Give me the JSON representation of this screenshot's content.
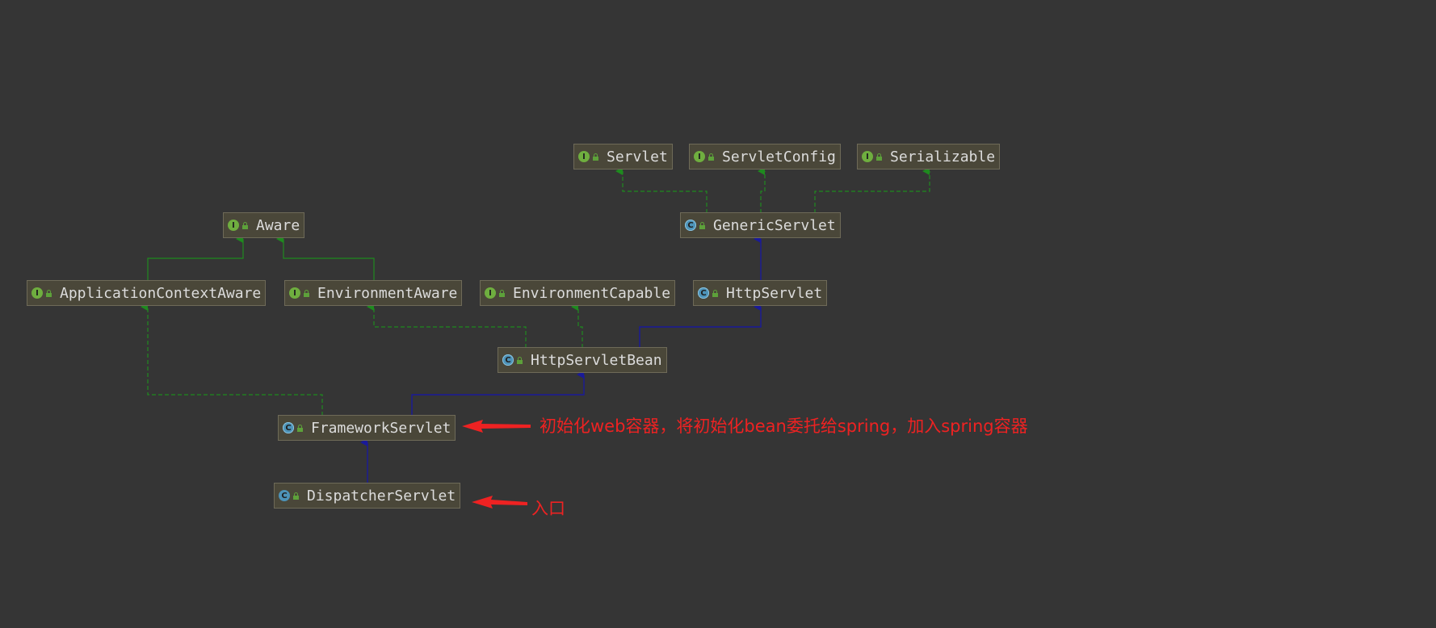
{
  "nodes": [
    {
      "id": "servlet",
      "name": "Servlet",
      "kind": "interface"
    },
    {
      "id": "servletconfig",
      "name": "ServletConfig",
      "kind": "interface"
    },
    {
      "id": "serializable",
      "name": "Serializable",
      "kind": "interface"
    },
    {
      "id": "genericservlet",
      "name": "GenericServlet",
      "kind": "abstract"
    },
    {
      "id": "aware",
      "name": "Aware",
      "kind": "interface"
    },
    {
      "id": "applicationcontextaware",
      "name": "ApplicationContextAware",
      "kind": "interface"
    },
    {
      "id": "environmentaware",
      "name": "EnvironmentAware",
      "kind": "interface"
    },
    {
      "id": "environmentcapable",
      "name": "EnvironmentCapable",
      "kind": "interface"
    },
    {
      "id": "httpservlet",
      "name": "HttpServlet",
      "kind": "abstract"
    },
    {
      "id": "httpservletbean",
      "name": "HttpServletBean",
      "kind": "abstract"
    },
    {
      "id": "frameworkservlet",
      "name": "FrameworkServlet",
      "kind": "abstract"
    },
    {
      "id": "dispatcherservlet",
      "name": "DispatcherServlet",
      "kind": "class"
    }
  ],
  "edges": [
    {
      "from": "genericservlet",
      "to": "servlet",
      "type": "implements"
    },
    {
      "from": "genericservlet",
      "to": "servletconfig",
      "type": "implements"
    },
    {
      "from": "genericservlet",
      "to": "serializable",
      "type": "implements"
    },
    {
      "from": "applicationcontextaware",
      "to": "aware",
      "type": "extends-interface"
    },
    {
      "from": "environmentaware",
      "to": "aware",
      "type": "extends-interface"
    },
    {
      "from": "httpservlet",
      "to": "genericservlet",
      "type": "extends"
    },
    {
      "from": "httpservletbean",
      "to": "environmentaware",
      "type": "implements"
    },
    {
      "from": "httpservletbean",
      "to": "environmentcapable",
      "type": "implements"
    },
    {
      "from": "httpservletbean",
      "to": "httpservlet",
      "type": "extends"
    },
    {
      "from": "frameworkservlet",
      "to": "applicationcontextaware",
      "type": "implements"
    },
    {
      "from": "frameworkservlet",
      "to": "httpservletbean",
      "type": "extends"
    },
    {
      "from": "dispatcherservlet",
      "to": "frameworkservlet",
      "type": "extends"
    }
  ],
  "annotations": {
    "framework_note": "初始化web容器，将初始化bean委托给spring，加入spring容器",
    "entry_note": "入口"
  },
  "colors": {
    "background": "#353535",
    "extends": "#1a1a99",
    "implements": "#1f8a1f",
    "annotation": "#ee2222"
  }
}
